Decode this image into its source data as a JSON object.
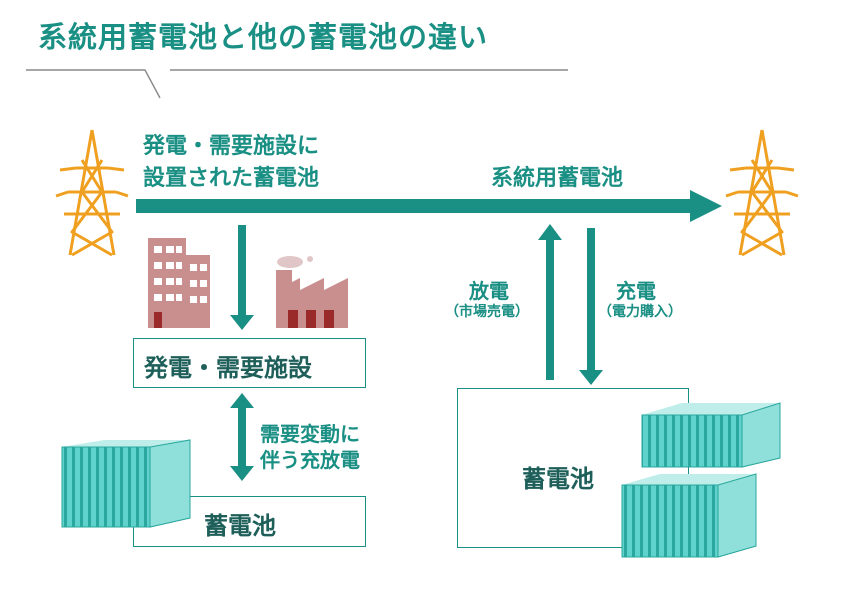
{
  "title": "系統用蓄電池と他の蓄電池の違い",
  "labels": {
    "facility_battery_line1": "発電・需要施設に",
    "facility_battery_line2": "設置された蓄電池",
    "grid_battery": "系統用蓄電池",
    "facility_box": "発電・需要施設",
    "fluctuation_line1": "需要変動に",
    "fluctuation_line2": "伴う充放電",
    "battery_left": "蓄電池",
    "battery_right": "蓄電池",
    "discharge": "放電",
    "discharge_note": "（市場売電）",
    "charge": "充電",
    "charge_note": "（電力購入）"
  },
  "icons": [
    "transmission-tower-icon",
    "office-building-icon",
    "factory-icon",
    "battery-container-icon"
  ],
  "colors": {
    "teal": "#1a8f84",
    "dark_teal": "#1e5f5a",
    "tower_orange": "#f0a020",
    "building": "#c98f8f",
    "container": "#4cc7bf"
  }
}
